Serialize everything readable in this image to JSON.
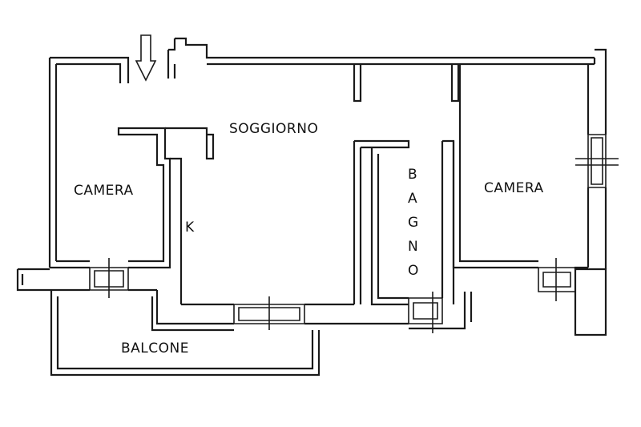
{
  "floor_plan": {
    "rooms": {
      "camera_left": "CAMERA",
      "soggiorno": "SOGGIORNO",
      "kitchen": "K",
      "bagno_letters": [
        "B",
        "A",
        "G",
        "N",
        "O"
      ],
      "camera_right": "CAMERA",
      "balcone": "BALCONE"
    },
    "entrance_icon": "down-arrow-icon",
    "colors": {
      "walls": "#1a1a1a",
      "background": "#ffffff"
    }
  }
}
